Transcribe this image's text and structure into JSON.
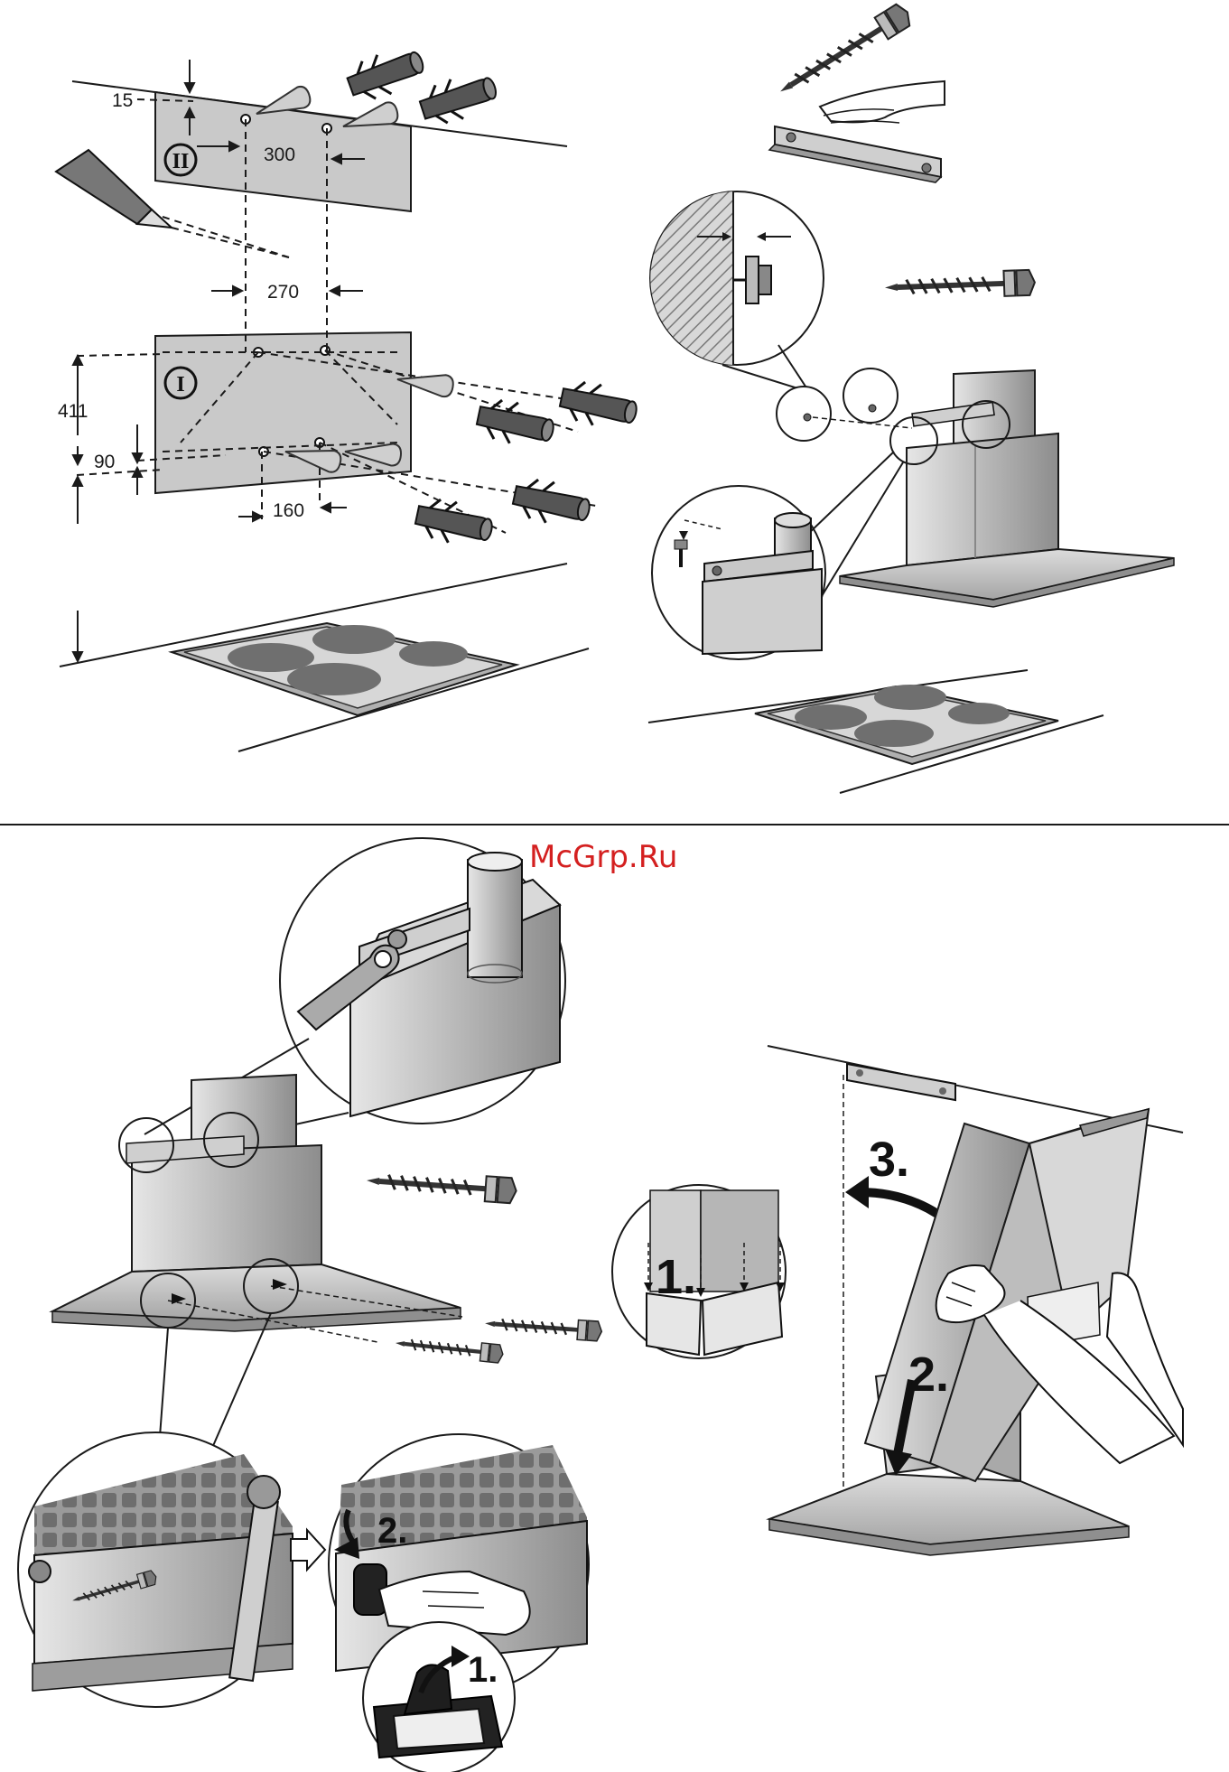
{
  "watermark": "McGrp.Ru",
  "dimensions": {
    "d15": "15",
    "d300": "300",
    "d270": "270",
    "d411": "411",
    "d90": "90",
    "d160": "160"
  },
  "plates": {
    "upper": "II",
    "lower": "I"
  },
  "steps": {
    "s1_detail": "1.",
    "s2_detail": "2.",
    "s1_panel": "1.",
    "s2_panel": "2.",
    "s3_panel": "3."
  },
  "colors": {
    "line": "#1a1a1a",
    "plate": "#c9c9c9",
    "hood": "#bdbdbd",
    "hood_dark": "#8f8f8f",
    "hob": "#6f6f6f",
    "watermark": "#d42020"
  }
}
